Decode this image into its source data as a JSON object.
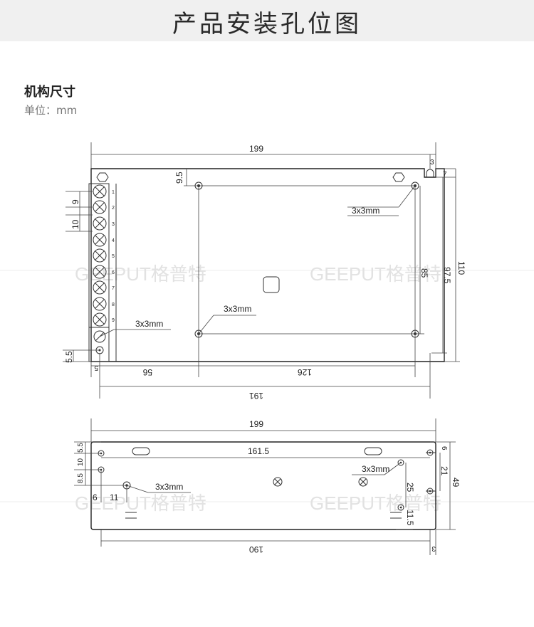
{
  "header": {
    "title": "产品安装孔位图"
  },
  "section": {
    "title": "机构尺寸",
    "unit": "单位：mm"
  },
  "watermark": "GEEPUT格普特",
  "top_view": {
    "dims": {
      "width_199": "199",
      "offset_3": "3",
      "offset_7": "7",
      "top_9_5": "9.5",
      "pitch_9": "9",
      "pitch_10": "10",
      "height_85": "85",
      "height_97_5": "97.5",
      "height_110": "110",
      "bottom_5_5": "5.5",
      "left_5": "5",
      "span_56": "56",
      "span_126": "126",
      "span_191": "191"
    },
    "hole_labels": {
      "upper_right": "3x3mm",
      "center": "3x3mm",
      "terminal": "3x3mm"
    },
    "terminal_numbers": [
      "1",
      "2",
      "3",
      "4",
      "5",
      "6",
      "7",
      "8",
      "9"
    ]
  },
  "side_view": {
    "dims": {
      "width_199": "199",
      "span_161_5": "161.5",
      "left_5_5": "5.5",
      "left_10": "10",
      "left_8_5": "8.5",
      "left_6": "6",
      "left_11": "11",
      "right_6": "6",
      "right_21": "21",
      "right_25": "25",
      "right_11_5": "11.5",
      "height_49": "49",
      "span_190": "190",
      "right_3": "3"
    },
    "hole_labels": {
      "left": "3x3mm",
      "right": "3x3mm"
    }
  }
}
